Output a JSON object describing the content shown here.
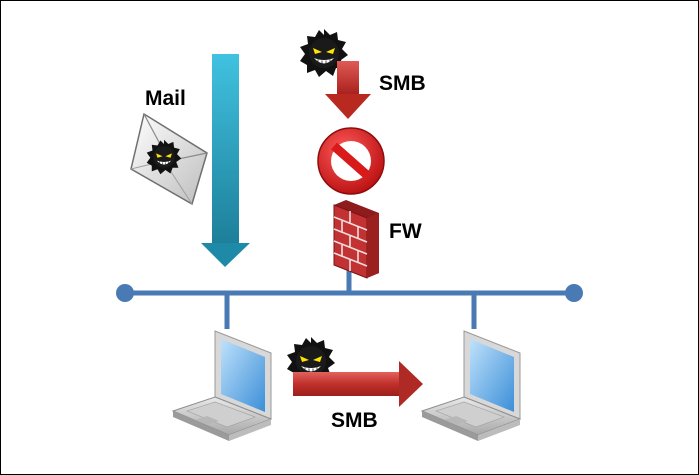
{
  "labels": {
    "mail": "Mail",
    "smb_top": "SMB",
    "fw": "FW",
    "smb_bottom": "SMB"
  },
  "icons": {
    "attacker": "attacker-icon",
    "mail": "envelope-icon",
    "block": "prohibited-icon",
    "firewall": "firewall-icon",
    "laptop": "laptop-icon"
  },
  "colors": {
    "network_line": "#4a7ab4",
    "mail_arrow": "#2aa4c4",
    "smb_arrow": "#c03a36",
    "block_sign": "#d61b1b",
    "firewall": "#b72a2a"
  }
}
